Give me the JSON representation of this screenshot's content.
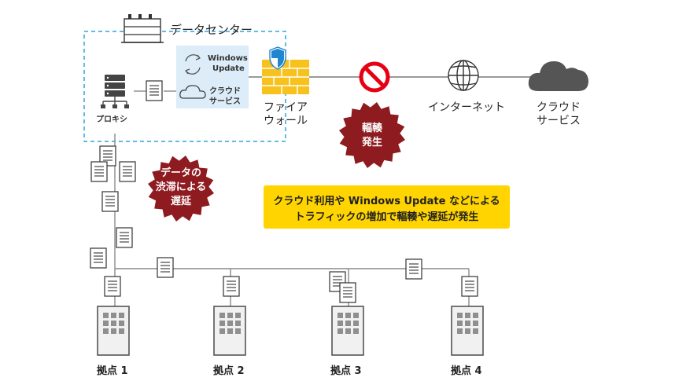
{
  "datacenter": {
    "title": "データセンター",
    "proxy_label": "プロキシ",
    "windows_update_line1": "Windows",
    "windows_update_line2": "Update",
    "cloud_service_line1": "クラウド",
    "cloud_service_line2": "サービス"
  },
  "firewall": {
    "line1": "ファイア",
    "line2": "ウォール"
  },
  "internet": {
    "label": "インターネット"
  },
  "external_cloud": {
    "line1": "クラウド",
    "line2": "サービス"
  },
  "congestion_burst": {
    "line1": "輻輳",
    "line2": "発生"
  },
  "delay_burst": {
    "line1": "データの",
    "line2": "渋滞による",
    "line3": "遅延"
  },
  "note": {
    "line1": "クラウド利用や Windows Update などによる",
    "line2": "トラフィックの増加で輻輳や遅延が発生"
  },
  "sites": [
    {
      "label": "拠点 1"
    },
    {
      "label": "拠点 2"
    },
    {
      "label": "拠点 3"
    },
    {
      "label": "拠点 4"
    }
  ],
  "colors": {
    "dashed_box": "#2aa6d8",
    "panel": "#dcecf8",
    "firewall": "#f7c21e",
    "shield": "#1f86cf",
    "stop": "#e60012",
    "burst": "#8e1b1f",
    "note_bg": "#ffd400",
    "cloud": "#555555"
  }
}
